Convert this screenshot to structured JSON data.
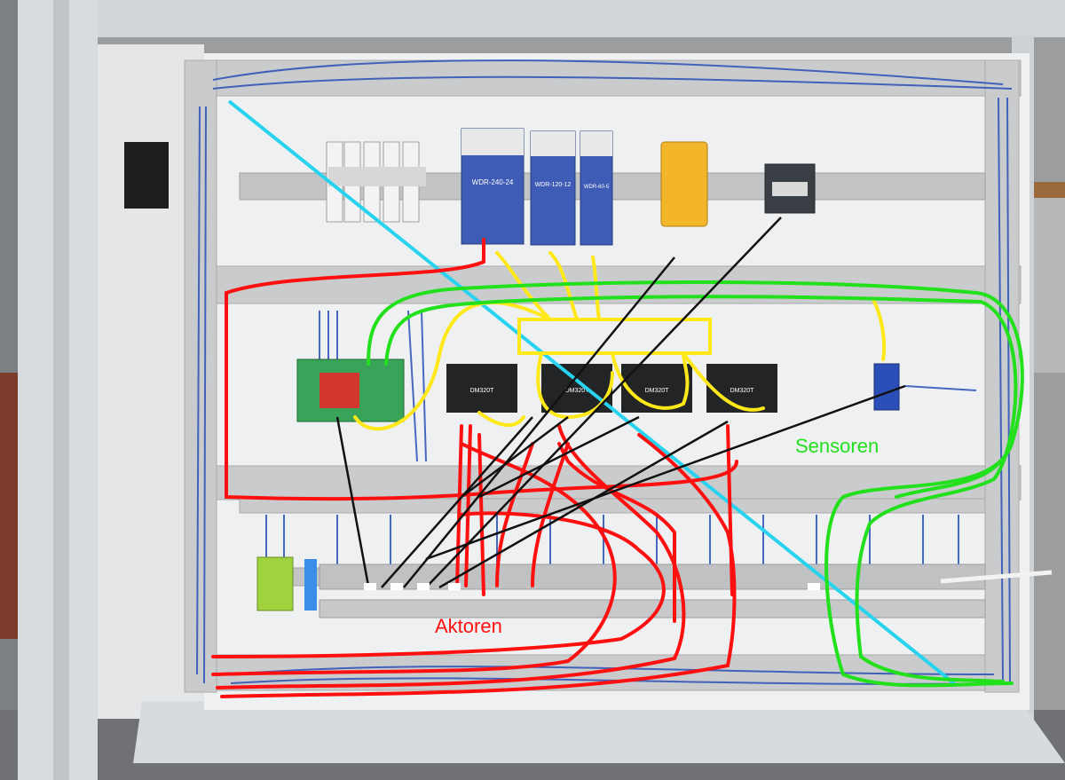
{
  "labels": {
    "sensors": "Sensoren",
    "actuators": "Aktoren"
  },
  "devices": {
    "psu1_model": "WDR-240-24",
    "psu2_model": "WDR-120-12",
    "psu3_model": "WDR-60-5",
    "driver_model": "DM320T"
  },
  "colors": {
    "sensors": "#22e01c",
    "actuators": "#ff1010",
    "power": "#ffe81a",
    "diagonal": "#27d3ee",
    "signal": "#111111",
    "wire_blue": "#2a4fb8"
  }
}
